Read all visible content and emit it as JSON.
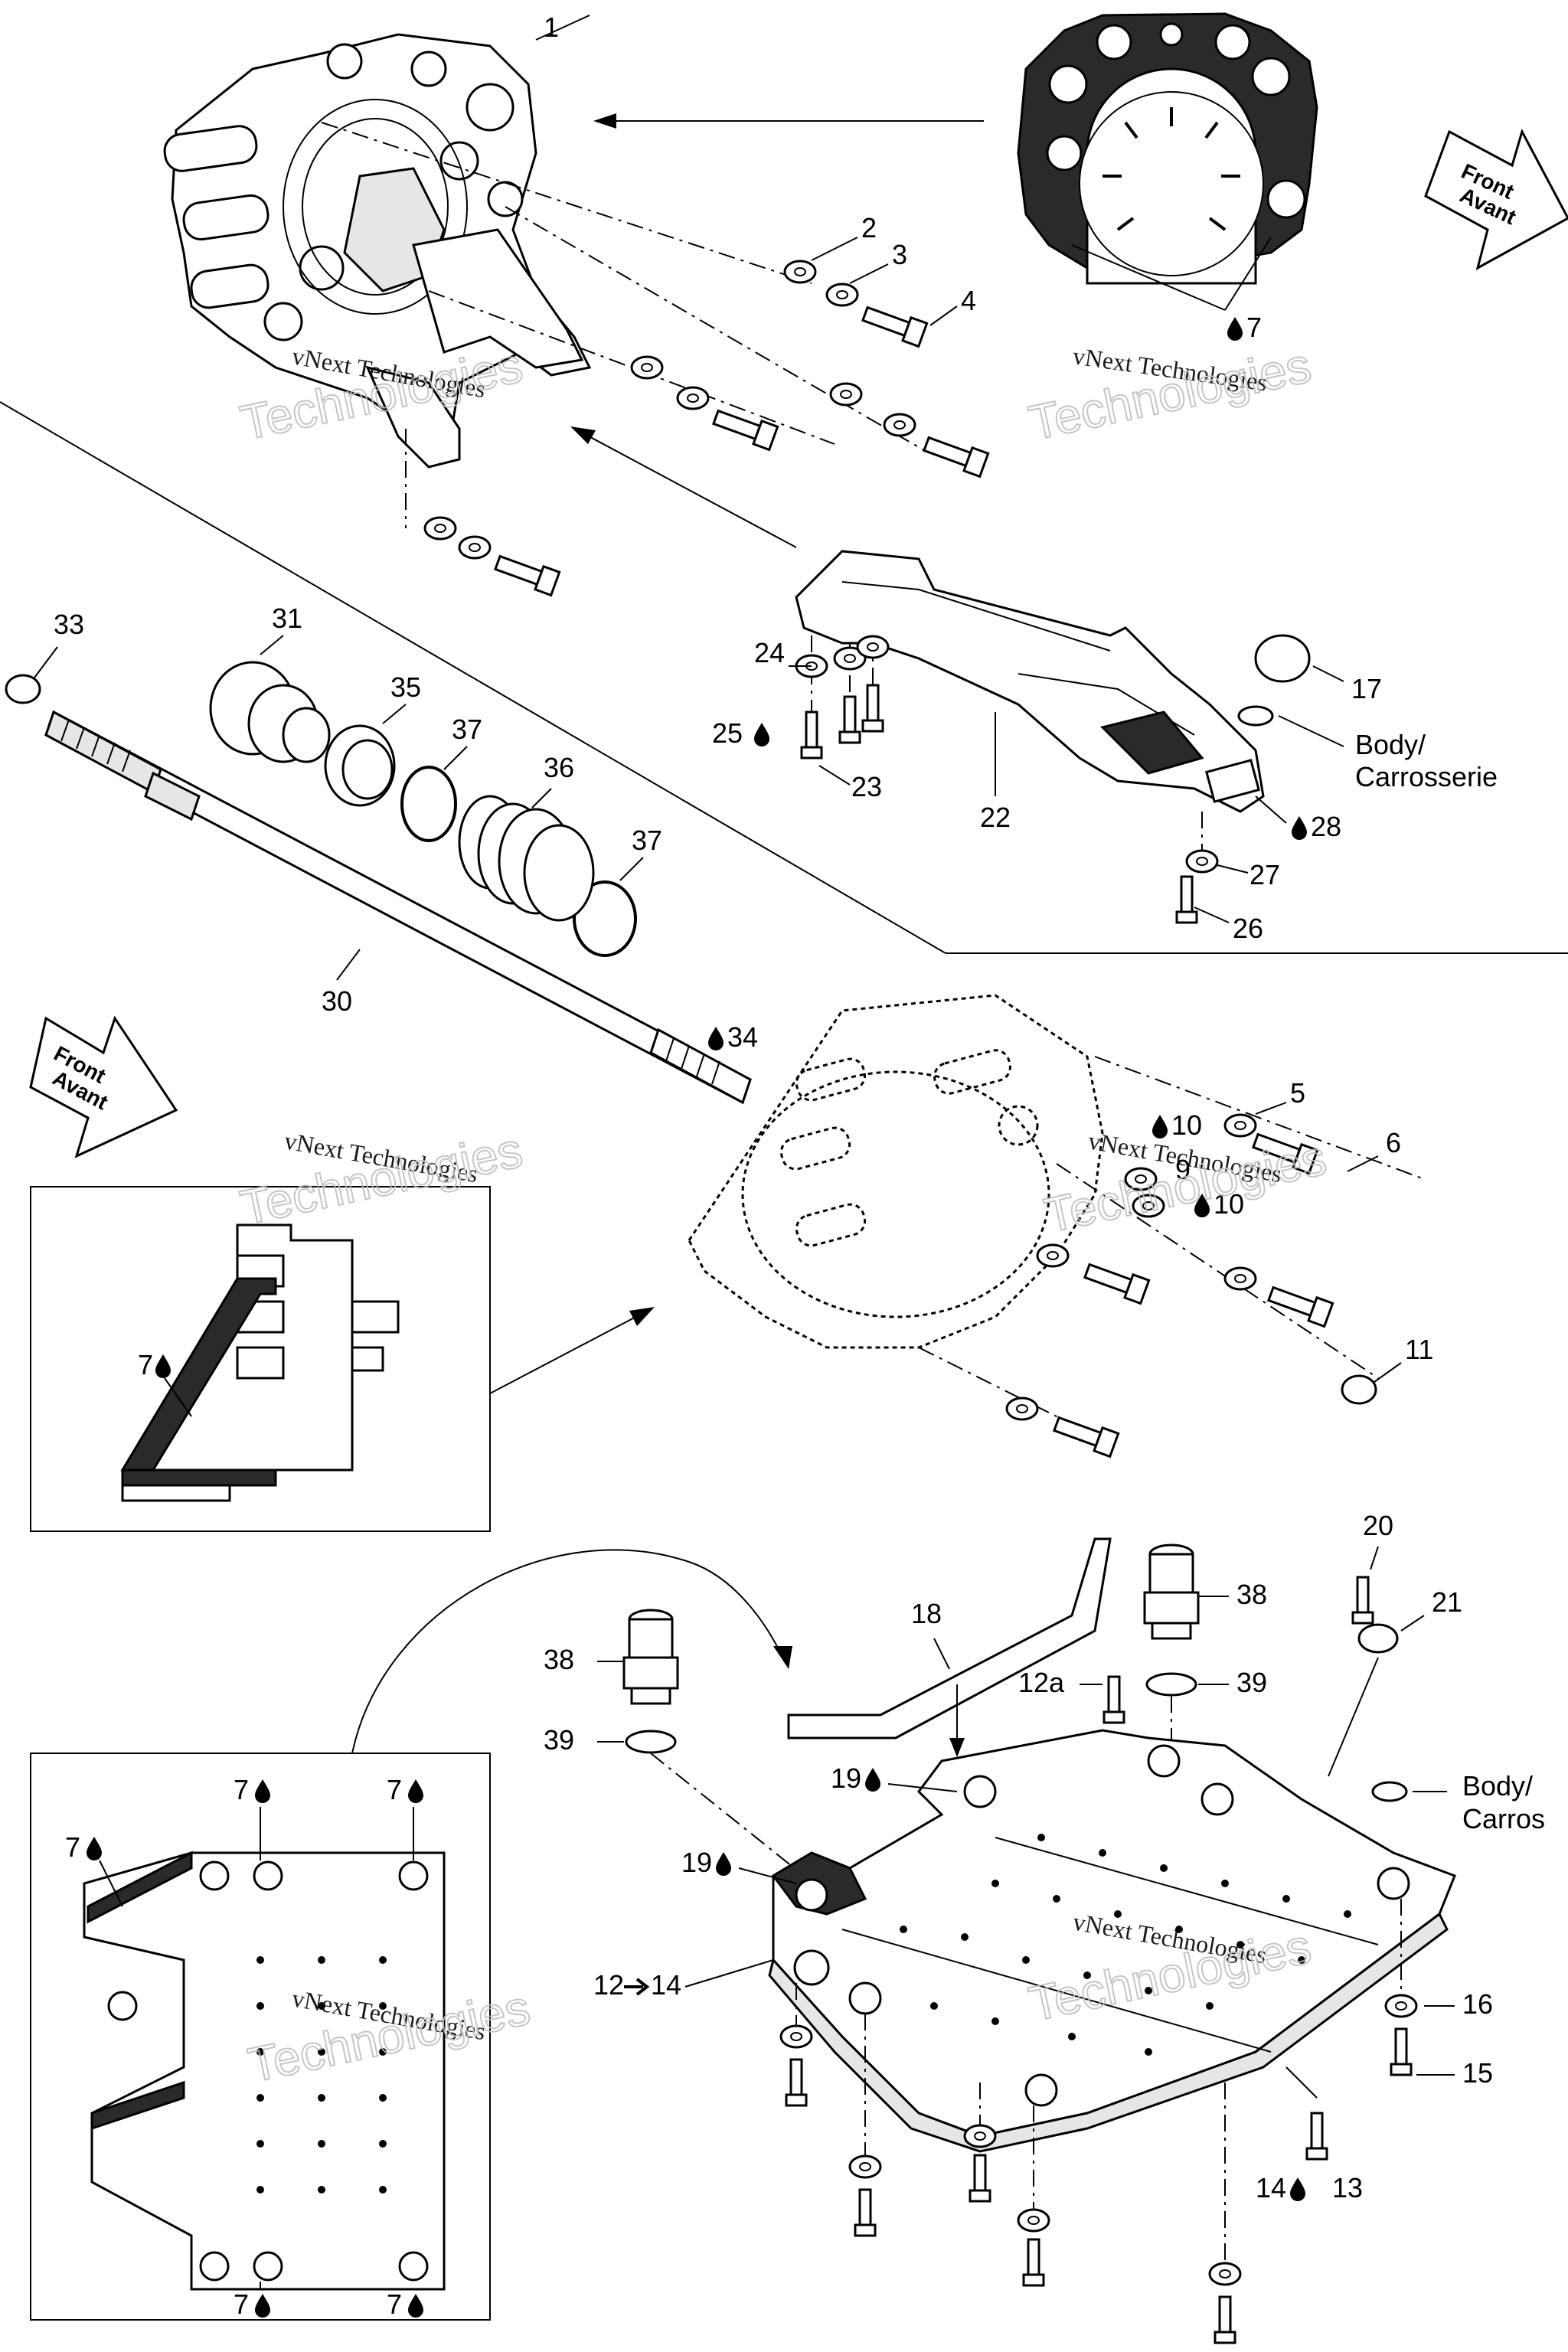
{
  "front_arrow_top": {
    "line1": "Front",
    "line2": "Avant"
  },
  "front_arrow_mid": {
    "line1": "Front",
    "line2": "Avant"
  },
  "watermark": {
    "text": "vNext Technologies",
    "outline": "Technologies"
  },
  "labels": {
    "l1": "1",
    "l2": "2",
    "l3": "3",
    "l4": "4",
    "l5": "5",
    "l6": "6",
    "l7_top": "7",
    "l7_inset1": "7",
    "l9": "9",
    "l10a": "10",
    "l10b": "10",
    "l11": "11",
    "l12a": "12a",
    "l12_14": "12",
    "l12_14b": "14",
    "l13": "13",
    "l14": "14",
    "l15": "15",
    "l16": "16",
    "l17": "17",
    "l18": "18",
    "l19a": "19",
    "l19b": "19",
    "l20": "20",
    "l21": "21",
    "l22": "22",
    "l23": "23",
    "l24": "24",
    "l25": "25",
    "l26": "26",
    "l27": "27",
    "l28": "28",
    "l30": "30",
    "l31": "31",
    "l33": "33",
    "l34": "34",
    "l35": "35",
    "l36": "36",
    "l37a": "37",
    "l37b": "37",
    "l38a": "38",
    "l38b": "38",
    "l39a": "39",
    "l39b": "39",
    "i7a": "7",
    "i7b": "7",
    "i7c": "7",
    "i7d": "7",
    "i7e": "7"
  },
  "body_label_1": {
    "line1": "Body/",
    "line2": "Carrosserie"
  },
  "body_label_2": {
    "line1": "Body/",
    "line2": "Carros"
  }
}
